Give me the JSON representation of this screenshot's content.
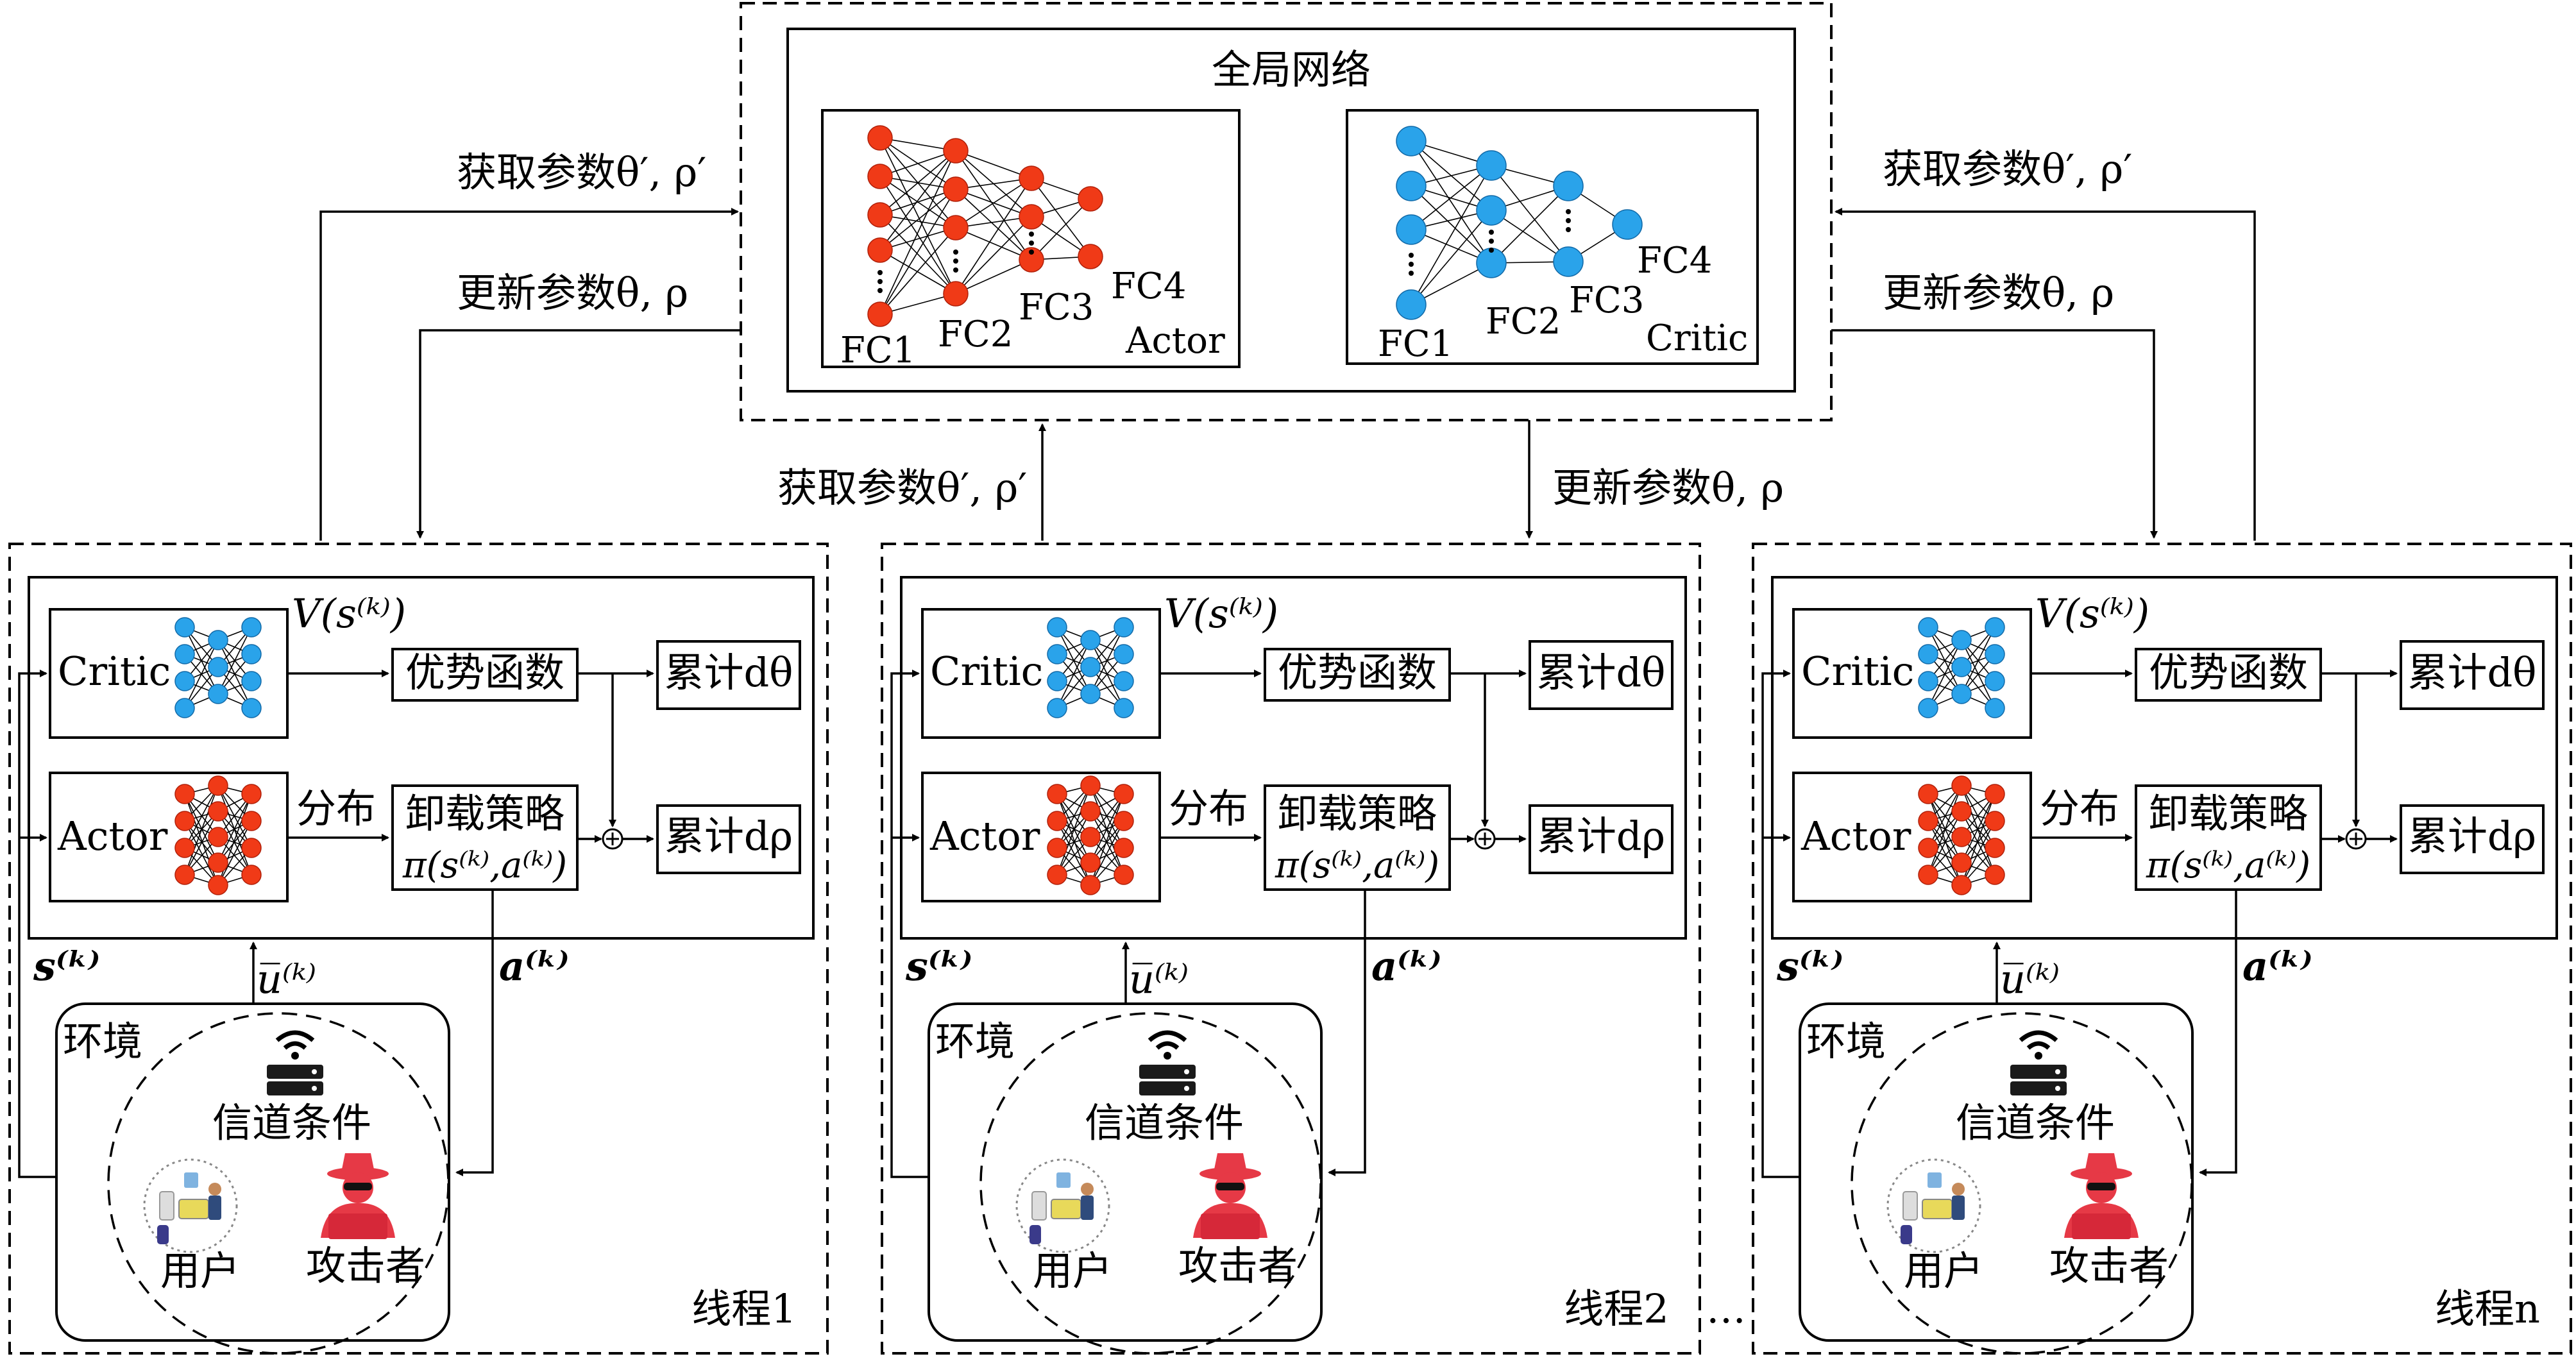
{
  "global": {
    "title": "全局网络",
    "actor_net": {
      "layers": [
        "FC1",
        "FC2",
        "FC3",
        "FC4"
      ],
      "name": "Actor",
      "color": "#f03a17"
    },
    "critic_net": {
      "layers": [
        "FC1",
        "FC2",
        "FC3",
        "FC4"
      ],
      "name": "Critic",
      "color": "#2aa3ea"
    }
  },
  "arrows": {
    "get_params": "获取参数θ′, ρ′",
    "update_params": "更新参数θ, ρ"
  },
  "thread_common": {
    "critic": "Critic",
    "actor": "Actor",
    "value": "V(s⁽ᵏ⁾)",
    "advantage": "优势函数",
    "accum_theta": "累计dθ",
    "accum_rho": "累计dρ",
    "distribution": "分布",
    "offload_policy": "卸载策略",
    "policy_expr": "π(s⁽ᵏ⁾,a⁽ᵏ⁾)",
    "state": "s⁽ᵏ⁾",
    "ubar": "u̅⁽ᵏ⁾",
    "action": "a⁽ᵏ⁾",
    "env": "环境",
    "channel": "信道条件",
    "users": "用户",
    "attacker": "攻击者",
    "plus": "⊕"
  },
  "threads": [
    {
      "label": "线程1"
    },
    {
      "label": "线程2"
    },
    {
      "label": "线程n"
    }
  ],
  "ellipsis": "…"
}
